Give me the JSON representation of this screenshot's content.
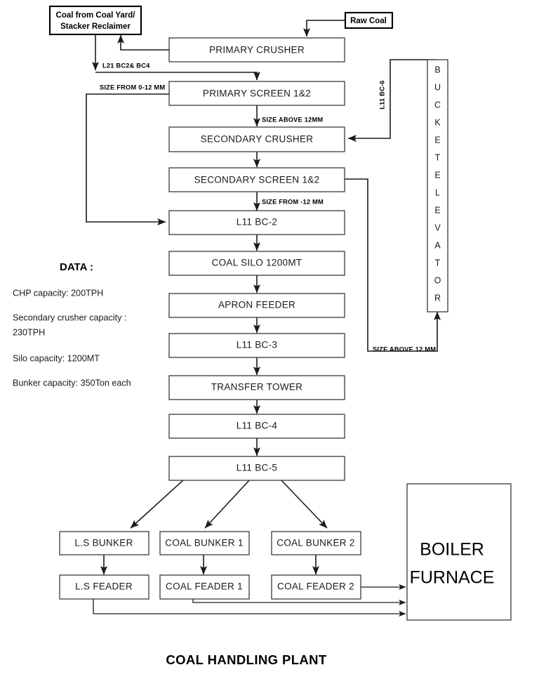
{
  "diagram": {
    "title": "COAL HANDLING PLANT",
    "nodes": {
      "coal_yard": "Coal from Coal Yard/\nStacker Reclaimer",
      "coal_yard_line1": "Coal from Coal Yard/",
      "coal_yard_line2": "Stacker Reclaimer",
      "raw_coal": "Raw Coal",
      "primary_crusher": "PRIMARY CRUSHER",
      "primary_screen": "PRIMARY SCREEN 1&2",
      "secondary_crusher": "SECONDARY CRUSHER",
      "secondary_screen": "SECONDARY SCREEN 1&2",
      "bc2": "L11 BC-2",
      "coal_silo": "COAL SILO 1200MT",
      "apron_feeder": "APRON FEEDER",
      "bc3": "L11 BC-3",
      "transfer_tower": "TRANSFER TOWER",
      "bc4": "L11 BC-4",
      "bc5": "L11 BC-5",
      "ls_bunker": "L.S BUNKER",
      "coal_bunker_1": "COAL BUNKER 1",
      "coal_bunker_2": "COAL BUNKER 2",
      "ls_feader": "L.S FEADER",
      "coal_feader_1": "COAL FEADER 1",
      "coal_feader_2": "COAL FEADER 2",
      "bucket_elevator": "BUCKETELEVATOR",
      "boiler_line1": "BOILER",
      "boiler_line2": "FURNACE"
    },
    "edge_labels": {
      "l21_bc2_bc4": "L21 BC2& BC4",
      "size_0_12": "SIZE FROM 0-12 MM",
      "size_above_12mm": "SIZE ABOVE 12MM",
      "size_from_minus_12": "SIZE FROM -12 MM",
      "l11_bc6": "L11 BC-6",
      "size_above_12_mm": "SIZE ABOVE 12 MM"
    },
    "data_panel": {
      "heading": "DATA :",
      "lines": [
        "CHP capacity: 200TPH",
        "Secondary crusher capacity :",
        "230TPH",
        "Silo capacity: 1200MT",
        "Bunker capacity: 350Ton each"
      ]
    },
    "colors": {
      "stroke": "#3a3a3a",
      "line": "#1a1a1a",
      "background": "#ffffff"
    }
  }
}
